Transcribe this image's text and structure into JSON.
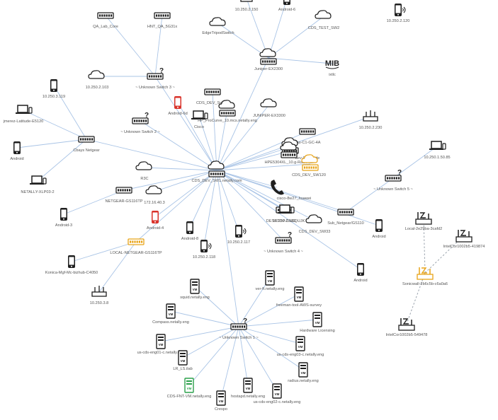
{
  "map": {
    "nodes": {
      "n_lab_core": {
        "label": "QA_Lab_Core",
        "type": "switch"
      },
      "n_hnt": {
        "label": "HNT_QA_5G31x",
        "type": "switch"
      },
      "n_top1": {
        "label": "10.250.2.150",
        "type": "server"
      },
      "n_android_top": {
        "label": "Android-6",
        "type": "phone"
      },
      "n_fortiswitch": {
        "label": "EdgeTripodSwitch",
        "type": "cloud"
      },
      "n_cds_test": {
        "label": "CDS_TEST_SW2",
        "type": "cloud"
      },
      "n_mobile_top": {
        "label": "10.250.2.120",
        "type": "phone-wifi"
      },
      "n_juniper": {
        "label": "Juniper-EX2300",
        "type": "cloud-switch"
      },
      "n_mib": {
        "label": "ixtlc",
        "type": "mib"
      },
      "n_cloud_10": {
        "label": "10.250.2.103",
        "type": "cloud"
      },
      "n_unknown3": {
        "label": "~ Unknown Switch 3 ~",
        "type": "qswitch"
      },
      "n_ip_119": {
        "label": "10.250.3.119",
        "type": "phone"
      },
      "n_laptop_left": {
        "label": "jmerez-Latitude-E5120",
        "type": "laptop"
      },
      "n_android_left": {
        "label": "Android",
        "type": "phone"
      },
      "n_cbays": {
        "label": "Cbays Netgear",
        "type": "switch"
      },
      "n_netali": {
        "label": "NETALLY-XLP03-2",
        "type": "laptop"
      },
      "n_unknown2": {
        "label": "~ Unknown Switch 2 ~",
        "type": "qswitch"
      },
      "n_android_red": {
        "label": "Android-6d",
        "type": "phone-red"
      },
      "n_cds_dev_switch": {
        "label": "CDS_DEV_Switch",
        "type": "switch"
      },
      "n_cisco": {
        "label": "Cisco",
        "type": "laptop"
      },
      "n_hp_sw": {
        "label": "HP_ProCurve_10.mcs.netally.eng",
        "type": "cloud-switch"
      },
      "n_juniper_ex3300": {
        "label": "JUNIPER-EX3300",
        "type": "cloud"
      },
      "n_nas": {
        "label": "nas-C1-GC-4A",
        "type": "switch"
      },
      "n_ap_230": {
        "label": "10.250.2.230",
        "type": "ap"
      },
      "n_dev_9e18": {
        "label": "dev-9e18-dde",
        "type": "cloud-switch"
      },
      "n_hpe": {
        "label": "HPE5304XL_10.g-Rack-4th",
        "type": "cloud-switch"
      },
      "n_cds_dev_sw120": {
        "label": "CDS_DEV_SW120",
        "type": "cloud-yellow"
      },
      "n_center": {
        "label": "CDS_DEV_SW1.netally.com",
        "type": "cloud-switch-center"
      },
      "n_r3c": {
        "label": "R3C",
        "type": "cloud"
      },
      "n_netgear_gs": {
        "label": "NETGEAR-GS116TP",
        "type": "switch"
      },
      "n_ip_70": {
        "label": "172.16.40.3",
        "type": "cloud"
      },
      "n_phone": {
        "label": "cisco-8w27_huawei",
        "type": "phone-handset"
      },
      "n_ip_133": {
        "label": "10.250.2.133",
        "type": "switch"
      },
      "n_unknown5": {
        "label": "~ Unknown Switch 5 ~",
        "type": "qswitch"
      },
      "n_ip_205": {
        "label": "10.250.1.50.85",
        "type": "laptop"
      },
      "n_android3": {
        "label": "Android-3",
        "type": "phone"
      },
      "n_android4": {
        "label": "Android-4",
        "type": "phone-red"
      },
      "n_desktop": {
        "label": "DESKTOP-DN6QUJK",
        "type": "laptop"
      },
      "n_sub_netgear": {
        "label": "Sub_Netgear/GS110",
        "type": "switch"
      },
      "n_cds_dev_sw33": {
        "label": "CDS_DEV_SW33",
        "type": "cloud"
      },
      "n_android_r": {
        "label": "Android",
        "type": "phone"
      },
      "n_local_netgear": {
        "label": "LOCAL-NETGEAR-GS116TP",
        "type": "switch-yellow"
      },
      "n_android_tab": {
        "label": "Android-8",
        "type": "phone"
      },
      "n_ip_118": {
        "label": "10.250.2.118",
        "type": "phone-wifi"
      },
      "n_ip_117": {
        "label": "10.250.2.117",
        "type": "phone-wifi"
      },
      "n_unknown4": {
        "label": "~ Unknown Switch 4 ~",
        "type": "qswitch"
      },
      "n_android_mid": {
        "label": "Android",
        "type": "phone"
      },
      "n_local_2e": {
        "label": "Local-2e29ba-3cafd2",
        "type": "wireless"
      },
      "n_intel_1": {
        "label": "IntelCor1002b5-419874",
        "type": "wireless"
      },
      "n_konica": {
        "label": "Konica-Mgf-Mc-bizhub-C4050",
        "type": "phone"
      },
      "n_ap_58": {
        "label": "10.250.3.8",
        "type": "ap"
      },
      "n_sonicwall": {
        "label": "Sonicwall-2b6c5b-c6a0a6",
        "type": "wireless-yellow"
      },
      "n_intel_2": {
        "label": "IntelCor1002b5-549478",
        "type": "wireless"
      },
      "n_vm_squid": {
        "label": "squid.netally.eng",
        "type": "vm"
      },
      "n_vm_ver": {
        "label": "ver-ft.netally.eng",
        "type": "vm"
      },
      "n_vm_freeman": {
        "label": "freeman-tool-AWS-survey",
        "type": "vm"
      },
      "n_vm_compass": {
        "label": "Compass.netally.eng",
        "type": "vm"
      },
      "n_vm_hw": {
        "label": "Hardware Licensing",
        "type": "vm"
      },
      "n_unknown1": {
        "label": "~ Unknown Switch 1 ~",
        "type": "qswitch"
      },
      "n_vm_uscds": {
        "label": "us-cds-eng01-c.netally.eng",
        "type": "vm"
      },
      "n_vm_lrlab": {
        "label": "LR_LS.ilab",
        "type": "vm"
      },
      "n_vm_uscds2": {
        "label": "us-cds-eng03-c.netally.eng",
        "type": "vm"
      },
      "n_vm_radius": {
        "label": "radius.netally.eng",
        "type": "vm"
      },
      "n_vm_cds_fnt": {
        "label": "CDS-FNT-VM.netally.eng",
        "type": "vm-green"
      },
      "n_vm_host": {
        "label": "hostapd.netally.eng",
        "type": "vm"
      },
      "n_vm_uscds3": {
        "label": "us-cds-eng02-c.netally.eng",
        "type": "vm"
      },
      "n_vm_crespo": {
        "label": "Crespo",
        "type": "vm"
      }
    },
    "links": [
      [
        "n_center",
        "n_juniper"
      ],
      [
        "n_center",
        "n_unknown3"
      ],
      [
        "n_center",
        "n_unknown2"
      ],
      [
        "n_center",
        "n_cbays"
      ],
      [
        "n_center",
        "n_android_red"
      ],
      [
        "n_center",
        "n_cds_dev_switch"
      ],
      [
        "n_center",
        "n_cisco"
      ],
      [
        "n_center",
        "n_hp_sw"
      ],
      [
        "n_center",
        "n_juniper_ex3300"
      ],
      [
        "n_center",
        "n_nas"
      ],
      [
        "n_center",
        "n_dev_9e18"
      ],
      [
        "n_center",
        "n_hpe"
      ],
      [
        "n_center",
        "n_cds_dev_sw120"
      ],
      [
        "n_center",
        "n_r3c"
      ],
      [
        "n_center",
        "n_netgear_gs"
      ],
      [
        "n_center",
        "n_ip_70"
      ],
      [
        "n_center",
        "n_phone"
      ],
      [
        "n_center",
        "n_ip_133"
      ],
      [
        "n_center",
        "n_desktop"
      ],
      [
        "n_center",
        "n_sub_netgear"
      ],
      [
        "n_center",
        "n_cds_dev_sw33"
      ],
      [
        "n_center",
        "n_android4"
      ],
      [
        "n_center",
        "n_local_netgear"
      ],
      [
        "n_center",
        "n_android_tab"
      ],
      [
        "n_center",
        "n_ip_118"
      ],
      [
        "n_center",
        "n_ip_117"
      ],
      [
        "n_center",
        "n_unknown4"
      ],
      [
        "n_center",
        "n_android_mid"
      ],
      [
        "n_center",
        "n_unknown1"
      ],
      [
        "n_center",
        "n_ap_230"
      ],
      [
        "n_center",
        "n_android_r"
      ],
      [
        "n_juniper",
        "n_fortiswitch"
      ],
      [
        "n_juniper",
        "n_cds_test"
      ],
      [
        "n_juniper",
        "n_mib"
      ],
      [
        "n_juniper",
        "n_top1"
      ],
      [
        "n_juniper",
        "n_android_top"
      ],
      [
        "n_unknown3",
        "n_cloud_10"
      ],
      [
        "n_unknown3",
        "n_lab_core"
      ],
      [
        "n_unknown3",
        "n_hnt"
      ],
      [
        "n_cbays",
        "n_ip_119"
      ],
      [
        "n_cbays",
        "n_laptop_left"
      ],
      [
        "n_cbays",
        "n_android_left"
      ],
      [
        "n_cbays",
        "n_netali"
      ],
      [
        "n_netgear_gs",
        "n_android3"
      ],
      [
        "n_local_netgear",
        "n_konica"
      ],
      [
        "n_local_netgear",
        "n_ap_58"
      ],
      [
        "n_sub_netgear",
        "n_unknown5"
      ],
      [
        "n_unknown5",
        "n_ip_205"
      ],
      [
        "n_unknown1",
        "n_vm_squid"
      ],
      [
        "n_unknown1",
        "n_vm_ver"
      ],
      [
        "n_unknown1",
        "n_vm_freeman"
      ],
      [
        "n_unknown1",
        "n_vm_compass"
      ],
      [
        "n_unknown1",
        "n_vm_hw"
      ],
      [
        "n_unknown1",
        "n_vm_uscds"
      ],
      [
        "n_unknown1",
        "n_vm_lrlab"
      ],
      [
        "n_unknown1",
        "n_vm_uscds2"
      ],
      [
        "n_unknown1",
        "n_vm_radius"
      ],
      [
        "n_unknown1",
        "n_vm_cds_fnt"
      ],
      [
        "n_unknown1",
        "n_vm_host"
      ],
      [
        "n_unknown1",
        "n_vm_uscds3"
      ],
      [
        "n_unknown1",
        "n_vm_crespo"
      ]
    ],
    "dashed_links": [
      [
        "n_sonicwall",
        "n_local_2e"
      ],
      [
        "n_sonicwall",
        "n_intel_1"
      ],
      [
        "n_sonicwall",
        "n_intel_2"
      ]
    ],
    "colors": {
      "link": "#a9c4e6",
      "dashed_link": "#9aa3ad",
      "icon": "#1f1f1f",
      "alert_red": "#d9332b",
      "warn_yellow": "#e8a317",
      "vm_green": "#2aa04a",
      "label": "#555555"
    }
  }
}
